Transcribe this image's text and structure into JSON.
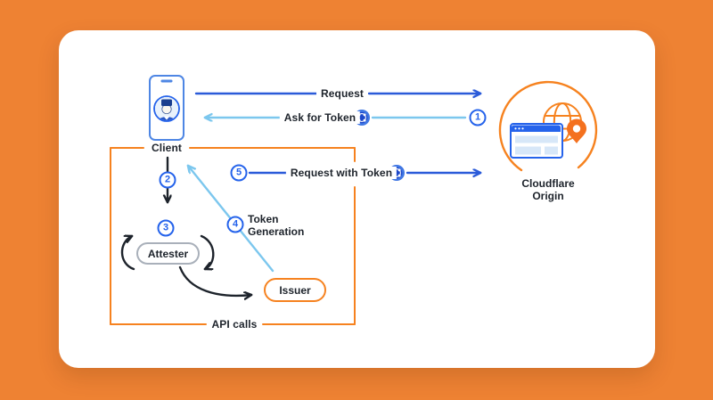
{
  "page": {
    "background_color": "#EE8233",
    "card_color": "#FFFFFF"
  },
  "colors": {
    "orange_accent": "#F6821F",
    "dark_blue_arrow": "#2B5BD9",
    "light_blue_arrow": "#7CC7EE",
    "badge_blue": "#2563EB",
    "black_arrow": "#1D232B",
    "attester_border_gray": "#A9B0BA"
  },
  "nodes": {
    "client": {
      "label": "Client"
    },
    "attester": {
      "label": "Attester"
    },
    "issuer": {
      "label": "Issuer"
    },
    "origin": {
      "label_line1": "Cloudflare",
      "label_line2": "Origin"
    }
  },
  "flows": {
    "request": {
      "label": "Request"
    },
    "ask_for_token": {
      "label": "Ask for Token",
      "step": "1"
    },
    "client_to_attester": {
      "step": "2"
    },
    "attestation": {
      "step": "3"
    },
    "token_generation": {
      "step": "4",
      "label_line1": "Token",
      "label_line2": "Generation"
    },
    "request_with_token": {
      "label": "Request with Token",
      "step": "5"
    },
    "api_calls": {
      "label": "API calls"
    }
  },
  "icons": {
    "client_device": "phone-with-user-avatar",
    "origin": "globe-browser-location-pin",
    "token": "blue-token-coin"
  }
}
